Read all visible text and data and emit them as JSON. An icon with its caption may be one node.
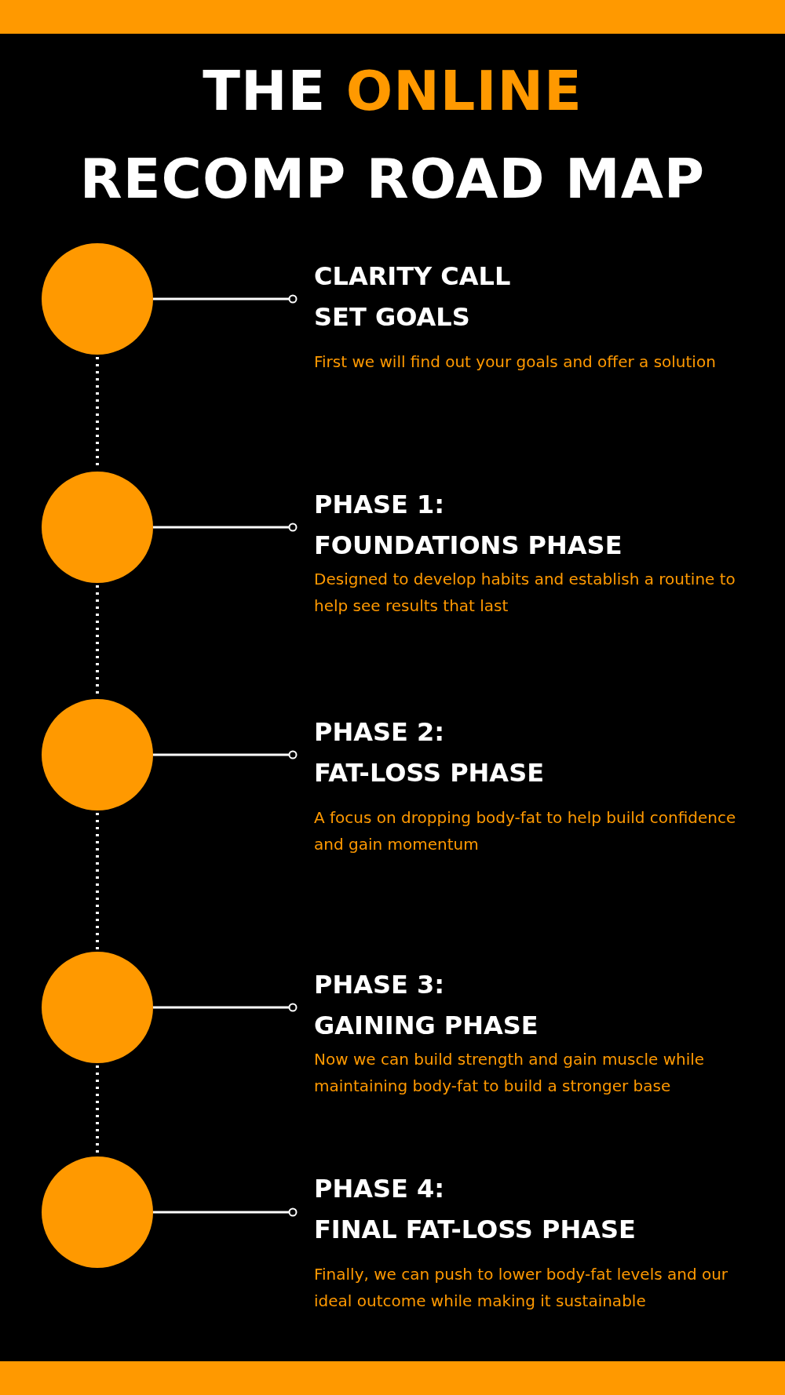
{
  "diagram": {
    "title": "THE ONLINE RECOMP ROAD MAP",
    "nodes": [
      {
        "text": [],
        "shape": "circle"
      },
      {
        "text": [
          "CLARITY CALL",
          "SET GOALS",
          "First we will find out your goals and offer a solution"
        ]
      },
      {
        "text": [],
        "shape": "circle"
      },
      {
        "text": [
          "PHASE 1:",
          "FOUNDATIONS PHASE",
          "Designed to develop habits and establish a routine to help see results that last"
        ]
      },
      {
        "text": [],
        "shape": "circle"
      },
      {
        "text": [
          "PHASE 2:",
          "FAT-LOSS PHASE",
          "A focus on dropping body-fat to help build confidence and gain momentum"
        ]
      },
      {
        "text": [],
        "shape": "circle"
      },
      {
        "text": [
          "PHASE 3:",
          "GAINING PHASE",
          "Now we can build strength and gain muscle while maintaining body-fat to build a stronger base"
        ]
      },
      {
        "text": [],
        "shape": "circle"
      },
      {
        "text": [
          "PHASE 4:",
          "FINAL FAT-LOSS PHASE",
          "Finally, we can push to lower body-fat levels and our ideal outcome while making it sustainable"
        ]
      },
      {
        "text": [],
        "shape": "bar"
      },
      {
        "text": [],
        "shape": "bar"
      }
    ],
    "edges": [
      {
        "from": 0,
        "to": 1,
        "arrow": "other"
      },
      {
        "from": 2,
        "to": 3,
        "arrow": "other"
      },
      {
        "from": 4,
        "to": 5,
        "arrow": "other"
      },
      {
        "from": 6,
        "to": 7,
        "arrow": "other"
      },
      {
        "from": 8,
        "to": 9,
        "arrow": "other"
      },
      {
        "from": 0,
        "to": 2,
        "arrow": "none",
        "style": "dashed"
      },
      {
        "from": 2,
        "to": 4,
        "arrow": "none",
        "style": "dashed"
      },
      {
        "from": 4,
        "to": 6,
        "arrow": "none",
        "style": "dashed"
      },
      {
        "from": 6,
        "to": 8,
        "arrow": "none",
        "style": "dashed"
      }
    ]
  }
}
